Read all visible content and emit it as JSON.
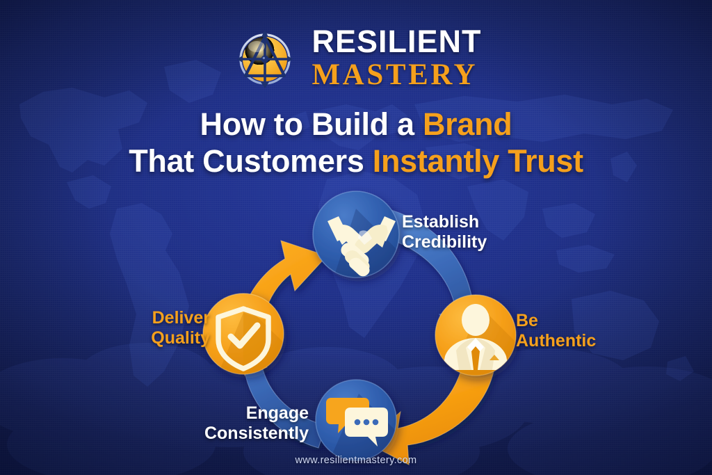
{
  "brand": {
    "logo_icon": "globe-triangle-logo-icon",
    "name_top": "RESILIENT",
    "name_bottom": "MASTERY",
    "color_gold": "#f5a01c",
    "color_white": "#ffffff"
  },
  "headline": {
    "line1_plain": "How to Build a ",
    "line1_accent": "Brand",
    "line2_plain": "That Customers ",
    "line2_accent": "Instantly Trust"
  },
  "diagram": {
    "type": "cycle",
    "direction": "clockwise",
    "nodes": [
      {
        "id": "establish-credibility",
        "label": "Establish\nCredibility",
        "position": "top",
        "icon": "handshake-icon",
        "circle_color": "#2d58a8",
        "label_color": "#ffffff"
      },
      {
        "id": "be-authentic",
        "label": "Be\nAuthentic",
        "position": "right",
        "icon": "businessperson-icon",
        "circle_color": "#f5a01c",
        "label_color": "#f5a01c"
      },
      {
        "id": "engage-consistently",
        "label": "Engage\nConsistently",
        "position": "bottom",
        "icon": "speech-bubbles-icon",
        "circle_color": "#2d58a8",
        "label_color": "#ffffff"
      },
      {
        "id": "deliver-quality",
        "label": "Deliver\nQuality",
        "position": "left",
        "icon": "shield-check-icon",
        "circle_color": "#f5a01c",
        "label_color": "#f5a01c"
      }
    ],
    "arrows": [
      {
        "id": "arrow-quality-to-credibility",
        "from": "deliver-quality",
        "to": "establish-credibility",
        "color": "#f5a01c"
      },
      {
        "id": "arrow-credibility-to-authentic",
        "from": "establish-credibility",
        "to": "be-authentic",
        "color": "#3b6ab8"
      },
      {
        "id": "arrow-authentic-to-engage",
        "from": "be-authentic",
        "to": "engage-consistently",
        "color": "#f5a01c"
      },
      {
        "id": "arrow-engage-to-quality",
        "from": "engage-consistently",
        "to": "deliver-quality",
        "color": "#3b6ab8"
      }
    ]
  },
  "footer": {
    "website": "www.resilientmastery.com"
  }
}
